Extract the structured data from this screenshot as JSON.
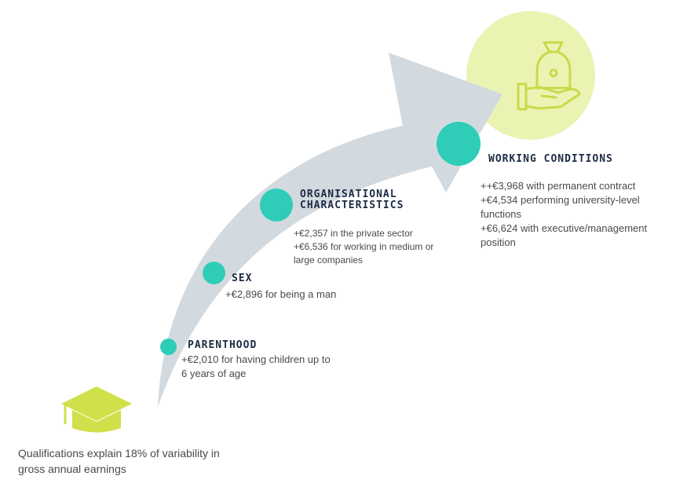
{
  "stages": {
    "parenthood": {
      "title": "PARENTHOOD",
      "lines": [
        "+€2,010 for having children up to",
        "6 years of age"
      ]
    },
    "sex": {
      "title": "SEX",
      "lines": [
        "+€2,896 for being a man"
      ]
    },
    "organisational": {
      "title": "ORGANISATIONAL\nCHARACTERISTICS",
      "lines": [
        "+€2,357 in the private sector",
        "+€6,536 for working in medium or",
        "large companies"
      ]
    },
    "working": {
      "title": "WORKING CONDITIONS",
      "lines": [
        "++€3,968 with permanent contract",
        "+€4,534 performing university-level",
        "functions",
        "+€6,624 with executive/management",
        "position"
      ]
    }
  },
  "caption": "Qualifications explain 18% of variability in gross annual earnings",
  "icons": {
    "start": "graduation-cap-icon",
    "end": "money-bag-hand-icon"
  },
  "colors": {
    "arrow": "#d2dadf",
    "dot": "#2fcdb8",
    "cap": "#cfe04a",
    "circle": "#ebf3b3",
    "icon_stroke": "#c9d94a",
    "heading": "#1d2b44"
  }
}
